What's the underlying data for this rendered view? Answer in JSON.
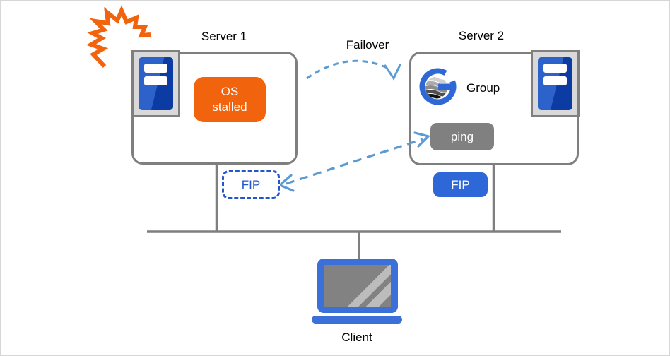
{
  "canvas": {
    "background": "#ffffff",
    "border_color": "#d6d6d6"
  },
  "colors": {
    "crash_orange": "#f2630e",
    "status_orange": "#f2630e",
    "server_tower_blue_light": "#2e62cb",
    "server_tower_blue_dark": "#0c3ba3",
    "fip_active_blue": "#2e68d8",
    "fip_released_blue": "#2356c9",
    "arrow_blue": "#5b9bd5",
    "line_gray": "#7f7f7f",
    "ping_gray": "#808080",
    "laptop_blue": "#3a70d8"
  },
  "server1": {
    "title": "Server 1",
    "status_badge": {
      "line1": "OS",
      "line2": "stalled"
    },
    "fip_released": {
      "label": "FIP"
    }
  },
  "server2": {
    "title": "Server 2",
    "group": {
      "label": "Group"
    },
    "ping": {
      "label": "ping"
    },
    "fip_active": {
      "label": "FIP"
    }
  },
  "failover": {
    "label": "Failover"
  },
  "client": {
    "label": "Client"
  },
  "icons": {
    "crash": "crash-burst-icon",
    "server": "server-tower-icon",
    "group_logo": "cluster-group-logo-icon",
    "laptop": "laptop-icon"
  }
}
